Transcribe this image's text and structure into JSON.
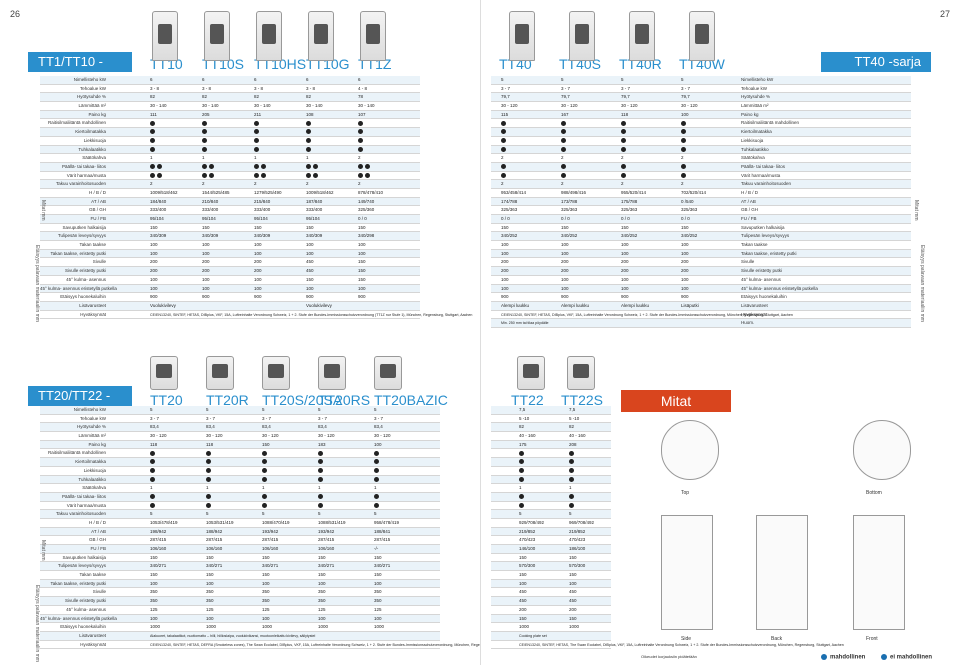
{
  "page_left": "26",
  "page_right": "27",
  "tt1_title": "TT1/TT10 -sarja",
  "tt1_models": [
    "TT10",
    "TT10S",
    "TT10HS",
    "TT10G",
    "TT1Z"
  ],
  "tt40_title": "TT40 -sarja",
  "tt40_models": [
    "TT40",
    "TT40S",
    "TT40R",
    "TT40W"
  ],
  "tt20_title": "TT20/TT22 -sarja",
  "tt20_models": [
    "TT20",
    "TT20R",
    "TT20S/20SA",
    "TT20RS",
    "TT20BAZIC"
  ],
  "tt22_models": [
    "TT22",
    "TT22S"
  ],
  "mitat_title": "Mitat",
  "labels_tt1": [
    "Nimellisteho kW",
    "Tehoalue kW",
    "Hyötysuhde %",
    "Lämmittää m²",
    "Paino kg",
    "Raitisilmaliitäntä mahdollinen",
    "Kiertoilmatakka",
    "Liekkisuoja",
    "Tuhkalaatikko",
    "Säätökahva",
    "Päällä- tai takaa- liitos",
    "Värit harmaa/musta",
    "Takuu varainhoitosuoden",
    "H / B / D",
    "AT / AB",
    "GB / GH",
    "FU / FB",
    "Savuputken halkaisija",
    "Tulipesän leveys/syvyys",
    "Takan taakse",
    "Takan taakse, eristetty putki",
    "Sivulle",
    "Sivulle eristetty putki",
    "45° kulma- asennus",
    "45° kulma- asennus eristetyllä putkella",
    "Etäisyys huonekaluihin",
    "Lisävarusteet",
    "Hyväksynnät"
  ],
  "labels_tt40": [
    "Nimellisteho kW",
    "Tehoalue kW",
    "Hyötysuhde %",
    "Lämmittää m²",
    "Paino kg",
    "Raitisilmaliitäntä mahdollinen",
    "Kiertoilmatakka",
    "Liekkisuoja",
    "Tuhkalaatikko",
    "Säätökahva",
    "Päällä- tai takaa- liitos",
    "Värit harmaa/musta",
    "Takuu varainhoitosuoden",
    "H / B / D",
    "AT / AB",
    "GB / GH",
    "FU / FB",
    "Savuputken halkaisija",
    "Tulipesän leveys/syvyys",
    "Takan taakse",
    "Takan taakse, eristetty putki",
    "Sivulle",
    "Sivulle eristetty putki",
    "45° kulma- asennus",
    "45° kulma- asennus eristetyllä putkella",
    "Etäisyys huonekaluihin",
    "Lisävarusteet",
    "Hyväksynnät",
    "Huom."
  ],
  "tt1_rows": [
    [
      "6",
      "6",
      "6",
      "6",
      "6"
    ],
    [
      "3 - 8",
      "3 - 8",
      "3 - 8",
      "3 - 8",
      "4 - 8"
    ],
    [
      "82",
      "82",
      "82",
      "82",
      "78"
    ],
    [
      "30 - 140",
      "30 - 140",
      "30 - 140",
      "30 - 140",
      "30 - 140"
    ],
    [
      "111",
      "205",
      "211",
      "108",
      "107"
    ],
    [
      "●",
      "●",
      "●",
      "●",
      "●"
    ],
    [
      "●",
      "●",
      "●",
      "●",
      "●"
    ],
    [
      "●",
      "●",
      "●",
      "●",
      "●"
    ],
    [
      "●",
      "●",
      "●",
      "●",
      "●"
    ],
    [
      "1",
      "1",
      "1",
      "1",
      "2"
    ],
    [
      "●●",
      "●●",
      "●●",
      "●●",
      "●●"
    ],
    [
      "●●",
      "●●",
      "●●",
      "●●",
      "●●"
    ],
    [
      "2",
      "2",
      "2",
      "2",
      "2"
    ],
    [
      "1009/518/462",
      "1544/525/485",
      "1279/525/490",
      "1009/518/462",
      "878/478/410"
    ],
    [
      "184/840",
      "210/840",
      "215/840",
      "187/840",
      "149/740"
    ],
    [
      "333/400",
      "333/400",
      "333/400",
      "333/400",
      "325/360"
    ],
    [
      "95/104",
      "95/104",
      "95/104",
      "95/104",
      "0 / 0"
    ],
    [
      "150",
      "150",
      "150",
      "150",
      "150"
    ],
    [
      "340/309",
      "340/309",
      "340/309",
      "340/309",
      "340/298"
    ],
    [
      "100",
      "100",
      "100",
      "100",
      "100"
    ],
    [
      "100",
      "100",
      "100",
      "100",
      "100"
    ],
    [
      "200",
      "200",
      "200",
      "450",
      "150"
    ],
    [
      "200",
      "200",
      "200",
      "450",
      "150"
    ],
    [
      "100",
      "100",
      "100",
      "150",
      "150"
    ],
    [
      "100",
      "100",
      "100",
      "100",
      "100"
    ],
    [
      "900",
      "900",
      "900",
      "900",
      "900"
    ]
  ],
  "tt1_lisavarusteet": [
    "Vuolukivilevy",
    "",
    "",
    "Vuolukivilevy",
    ""
  ],
  "tt1_hyvaksynnat": "CE/EN13240, SINTEF, HETAS, DIBplus, VKF, 15A, Luftreinhalte Verordnung Schweiz,",
  "tt1_hyvaksynnat2": "1 + 2. Stufe der Bundes-Immissionsschutzverordnung (TT1Z nur Stufe 1), München, Regensburg, Stuttgart, Aachen",
  "tt40_rows": [
    [
      "5",
      "5",
      "5",
      "5"
    ],
    [
      "3 - 7",
      "3 - 7",
      "3 - 7",
      "3 - 7"
    ],
    [
      "79,7",
      "79,7",
      "79,7",
      "79,7"
    ],
    [
      "30 - 120",
      "30 - 120",
      "30 - 120",
      "30 - 120"
    ],
    [
      "115",
      "167",
      "118",
      "100"
    ],
    [
      "●",
      "●",
      "●",
      "●"
    ],
    [
      "●",
      "●",
      "●",
      "●"
    ],
    [
      "●",
      "●",
      "●",
      "●"
    ],
    [
      "●",
      "●",
      "●",
      "●"
    ],
    [
      "2",
      "2",
      "2",
      "2"
    ],
    [
      "●",
      "●",
      "●",
      "●"
    ],
    [
      "●",
      "●",
      "●",
      "●"
    ],
    [
      "2",
      "2",
      "2",
      "2"
    ],
    [
      "953/458/414",
      "988/498/416",
      "955/520/414",
      "702/520/414"
    ],
    [
      "174/788",
      "173/788",
      "175/788",
      "0 /540"
    ],
    [
      "325/363",
      "325/363",
      "325/363",
      "325/363"
    ],
    [
      "0 / 0",
      "0 / 0",
      "0 / 0",
      "0 / 0"
    ],
    [
      "150",
      "150",
      "150",
      "150"
    ],
    [
      "340/252",
      "340/252",
      "340/252",
      "340/252"
    ],
    [
      "100",
      "100",
      "100",
      "100"
    ],
    [
      "100",
      "100",
      "100",
      "100"
    ],
    [
      "200",
      "200",
      "200",
      "200"
    ],
    [
      "200",
      "200",
      "200",
      "200"
    ],
    [
      "100",
      "100",
      "100",
      "100"
    ],
    [
      "100",
      "100",
      "100",
      "100"
    ],
    [
      "900",
      "900",
      "900",
      "900"
    ]
  ],
  "tt40_lisavarusteet": [
    "Alempi luukku",
    "Alempi luukku",
    "Alempi luukku",
    "Lisäputki"
  ],
  "tt40_hyvaksynnat": "CE/EN13240, SINTEF, HETAS, DIBplus, VKF, 15A, Luftreinhalte Verordnung Schweiz,",
  "tt40_hyvaksynnat2": "1 + 2. Stufe der Bundes-Immissionsschutzverordnung, München, Regensburg, Stuttgart, Aachen",
  "tt40_huom": "Min. 250 mm tai tilaa pöydälle",
  "tt20_rows": [
    [
      "5",
      "5",
      "5",
      "5",
      "5"
    ],
    [
      "3 - 7",
      "3 - 7",
      "3 - 7",
      "3 - 7",
      "3 - 7"
    ],
    [
      "83,4",
      "83,4",
      "83,4",
      "83,4",
      "83,4"
    ],
    [
      "30 - 120",
      "30 - 120",
      "30 - 120",
      "30 - 120",
      "30 - 120"
    ],
    [
      "118",
      "118",
      "150",
      "183",
      "100"
    ],
    [
      "●",
      "●",
      "●",
      "●",
      "●"
    ],
    [
      "●",
      "●",
      "●",
      "●",
      "●"
    ],
    [
      "●",
      "●",
      "●",
      "●",
      "●"
    ],
    [
      "●",
      "●",
      "●",
      "●",
      "●"
    ],
    [
      "1",
      "1",
      "1",
      "1",
      "1"
    ],
    [
      "●",
      "●",
      "●",
      "●",
      "●"
    ],
    [
      "●",
      "●",
      "●",
      "●",
      "●"
    ],
    [
      "5",
      "5",
      "5",
      "5",
      "5"
    ],
    [
      "1053/478/419",
      "1053/531/419",
      "1088/470/419",
      "1088/531/419",
      "958/478/419"
    ],
    [
      "198/942",
      "188/942",
      "193/942",
      "193/942",
      "188/841"
    ],
    [
      "287/415",
      "287/415",
      "287/415",
      "287/415",
      "287/415"
    ],
    [
      "106/160",
      "106/160",
      "106/160",
      "106/160",
      "-/-"
    ],
    [
      "150",
      "150",
      "150",
      "150",
      "150"
    ],
    [
      "340/271",
      "340/271",
      "340/271",
      "340/271",
      "340/271"
    ],
    [
      "150",
      "150",
      "150",
      "150",
      "150"
    ],
    [
      "100",
      "100",
      "100",
      "100",
      "100"
    ],
    [
      "350",
      "350",
      "350",
      "350",
      "350"
    ],
    [
      "350",
      "350",
      "350",
      "350",
      "350"
    ],
    [
      "125",
      "125",
      "125",
      "125",
      "125"
    ],
    [
      "100",
      "100",
      "100",
      "100",
      "100"
    ],
    [
      "1000",
      "1000",
      "1000",
      "1000",
      "1000"
    ]
  ],
  "tt20_lisavarusteet": "Alakuoret, takalaatikot, nuotiomatto – hilli, hiilloslaipa, vuolukivikansi, muotoonleikattu kivilevy, säilytystel",
  "tt20_hyvaksynnat": "CE/EN13240, SINTEF, HETAS, DEFRA (Smokeless zones), The Swan Ecolabel, DIBplus, VKF, 15A, Luftreinhalte Verordnung Schweiz, 1 + 2. Stufe der Bundes-Immissionsschutzverordnung, München, Regensburg, Stuttgart, Aachen",
  "tt22_rows": [
    [
      "7,5",
      "7,5"
    ],
    [
      "5 -10",
      "5 -10"
    ],
    [
      "82",
      "82"
    ],
    [
      "40 - 160",
      "40 - 160"
    ],
    [
      "175",
      "208"
    ],
    [
      "●",
      "●"
    ],
    [
      "●",
      "●"
    ],
    [
      "●",
      "●"
    ],
    [
      "●",
      "●"
    ],
    [
      "1",
      "1"
    ],
    [
      "●",
      "●"
    ],
    [
      "●",
      "●"
    ],
    [
      "5",
      "5"
    ],
    [
      "929/708/492",
      "969/708/492"
    ],
    [
      "219/852",
      "219/852"
    ],
    [
      "470/423",
      "470/423"
    ],
    [
      "146/100",
      "186/100"
    ],
    [
      "150",
      "150"
    ],
    [
      "570/300",
      "570/300"
    ],
    [
      "150",
      "150"
    ],
    [
      "100",
      "100"
    ],
    [
      "450",
      "450"
    ],
    [
      "450",
      "450"
    ],
    [
      "200",
      "200"
    ],
    [
      "150",
      "150"
    ],
    [
      "1000",
      "1000"
    ]
  ],
  "tt22_lisavarusteet": "Cooking plate set",
  "tt22_hyvaksynnat": "CE/EN13240, SINTEF, HETAS, The Swan Ecolabel, DIBplus, VKF, 15A, Luftreinhalte Verordnung Schweiz, 1 + 2. Stufe der Bundes-Immissionsschutzverordnung, München, Regensburg, Stuttgart, Aachen",
  "vlab_mitat": "Mitat mm",
  "vlab_etaisyys": "Etäisyys palavaan materiaaliin mm",
  "mitat_views": [
    "Top",
    "Bottom",
    "Side",
    "Back",
    "Front"
  ],
  "mitat_note": "Oikeudet korjauksiin pidätetään",
  "brand": "ei mahdollinen",
  "brand2": "mahdollinen"
}
